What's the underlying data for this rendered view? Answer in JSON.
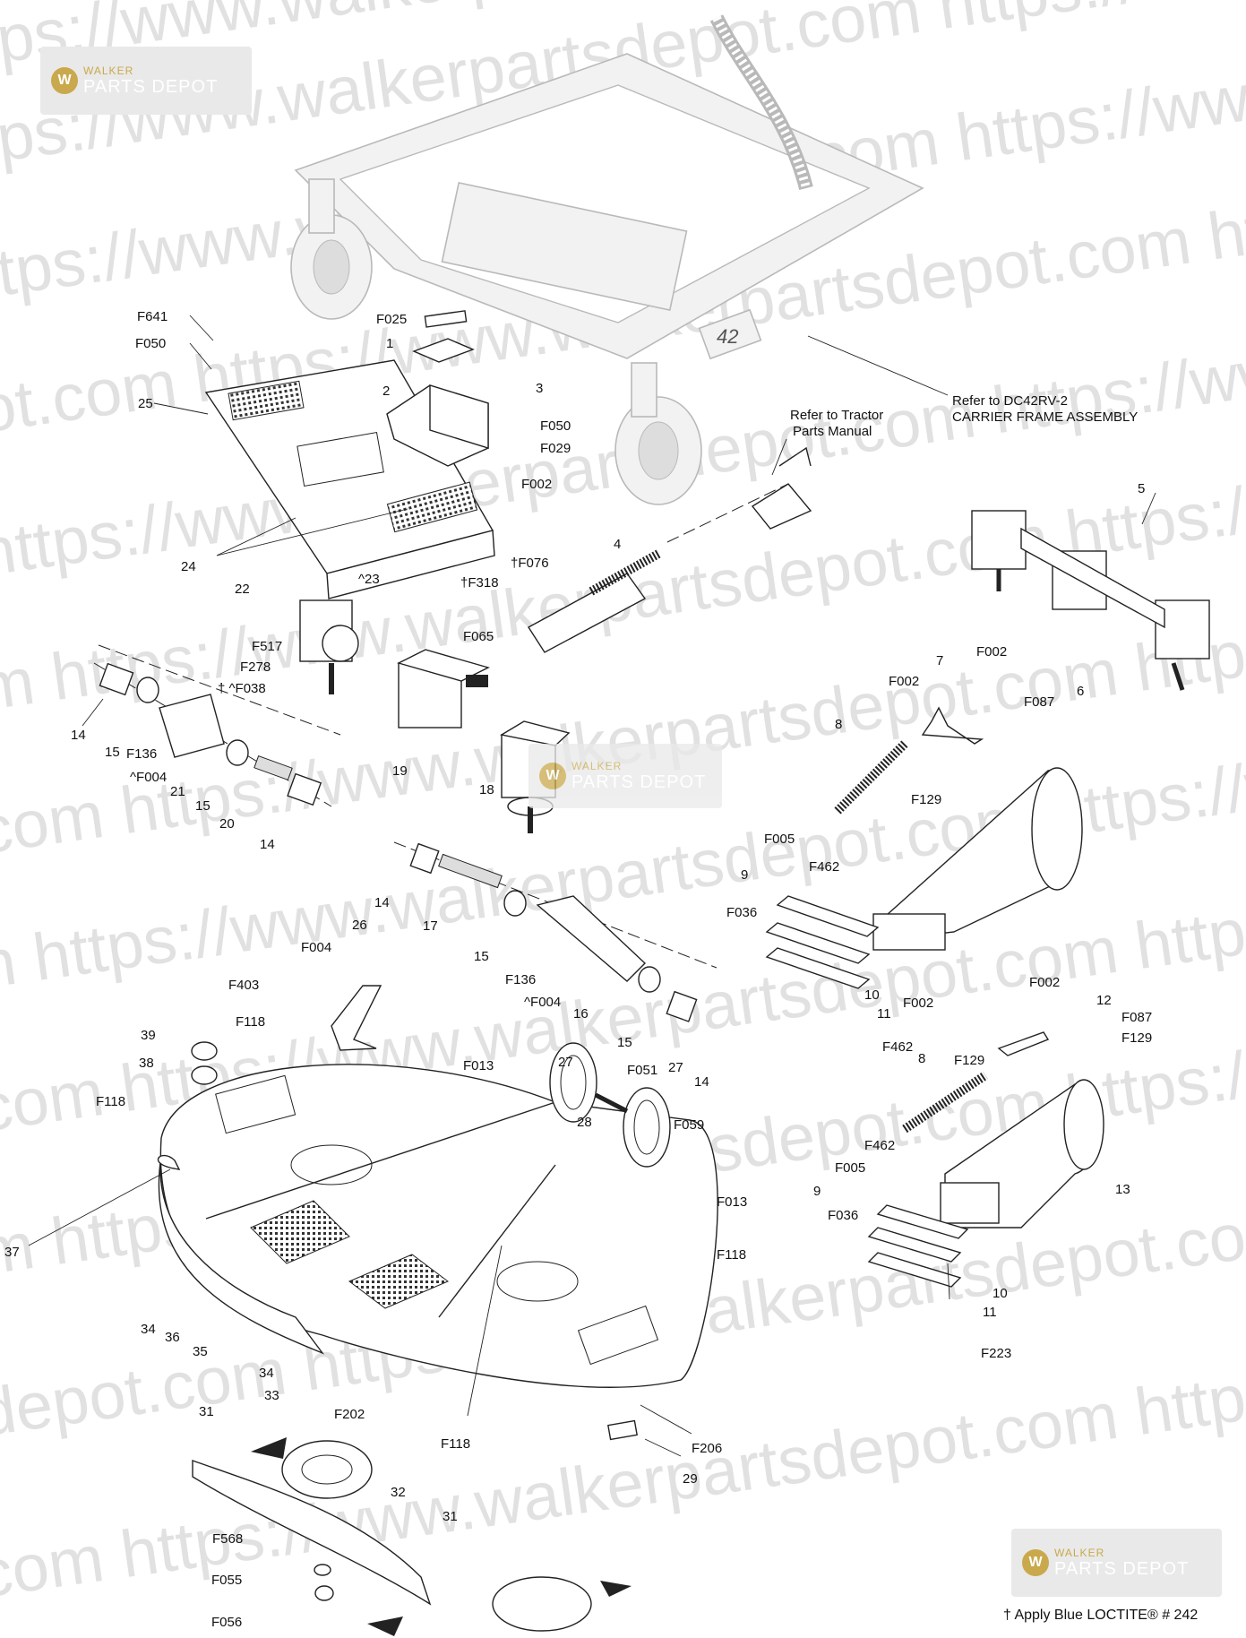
{
  "watermark": {
    "brand_line1": "WALKER",
    "brand_line2": "PARTS DEPOT",
    "text_lines": [
      "tps://www.walkerpartsdepot.com  https://www.walkerpartsdepot.com",
      "tps://www.walkerpartsdepot.com  https://www.walkerpartsdepot.com",
      "ttps://www.walkerpartsdepot.com  https://www.walkerpartsdepot.com",
      "ot.com  https://www.walkerpartsdepot.com  https://www.walkerpartsdepot.com",
      "https://www.walkerpartsdepot.com  https://www.walkerpartsdepot.com",
      "m  https://www.walkerpartsdepot.com  https://www.walkerpartsdepot.com",
      "com  https://www.walkerpartsdepot.com  https://www.walkerpartsdepot.com",
      "n  https://www.walkerpartsdepot.com  https://www.walkerpartsdepot.com",
      "com  https://www.walkerpartsdepot.com  https://www.walkerpartsdepot.com",
      "m  https://www.walkerpartsdepot.com  https://www.walkerpartsdepot.com",
      "depot.com  https://www.walkerpartsdepot.com  https://",
      "com  https://www.walkerpartsdepot.com  https://"
    ]
  },
  "notes": {
    "tractor_ref": [
      "Refer to Tractor",
      "Parts Manual"
    ],
    "carrier_ref": [
      "Refer to DC42RV-2",
      "CARRIER FRAME ASSEMBLY"
    ],
    "frame_badge": "42",
    "footnote": "† Apply Blue LOCTITE® # 242"
  },
  "callouts": [
    {
      "id": "c-f641",
      "text": "F641"
    },
    {
      "id": "c-f050a",
      "text": "F050"
    },
    {
      "id": "c-25",
      "text": "25"
    },
    {
      "id": "c-f025",
      "text": "F025"
    },
    {
      "id": "c-1",
      "text": "1"
    },
    {
      "id": "c-2",
      "text": "2"
    },
    {
      "id": "c-3",
      "text": "3"
    },
    {
      "id": "c-f050b",
      "text": "F050"
    },
    {
      "id": "c-f029",
      "text": "F029"
    },
    {
      "id": "c-f002a",
      "text": "F002"
    },
    {
      "id": "c-24",
      "text": "24"
    },
    {
      "id": "c-22",
      "text": "22"
    },
    {
      "id": "c-23",
      "text": "^23"
    },
    {
      "id": "c-f517",
      "text": "F517"
    },
    {
      "id": "c-f278",
      "text": "F278"
    },
    {
      "id": "c-f038",
      "text": "† ^F038"
    },
    {
      "id": "c-14a",
      "text": "14"
    },
    {
      "id": "c-15a",
      "text": "15"
    },
    {
      "id": "c-f136a",
      "text": "F136"
    },
    {
      "id": "c-f004a",
      "text": "^F004"
    },
    {
      "id": "c-21",
      "text": "21"
    },
    {
      "id": "c-15b",
      "text": "15"
    },
    {
      "id": "c-20",
      "text": "20"
    },
    {
      "id": "c-14b",
      "text": "14"
    },
    {
      "id": "c-19",
      "text": "19"
    },
    {
      "id": "c-f318",
      "text": "†F318"
    },
    {
      "id": "c-f076",
      "text": "†F076"
    },
    {
      "id": "c-f065",
      "text": "F065"
    },
    {
      "id": "c-4",
      "text": "4"
    },
    {
      "id": "c-18",
      "text": "18"
    },
    {
      "id": "c-5",
      "text": "5"
    },
    {
      "id": "c-f002b",
      "text": "F002"
    },
    {
      "id": "c-7",
      "text": "7"
    },
    {
      "id": "c-f002c",
      "text": "F002"
    },
    {
      "id": "c-f087a",
      "text": "F087"
    },
    {
      "id": "c-6",
      "text": "6"
    },
    {
      "id": "c-8a",
      "text": "8"
    },
    {
      "id": "c-f129a",
      "text": "F129"
    },
    {
      "id": "c-f005a",
      "text": "F005"
    },
    {
      "id": "c-f462a",
      "text": "F462"
    },
    {
      "id": "c-9a",
      "text": "9"
    },
    {
      "id": "c-f036a",
      "text": "F036"
    },
    {
      "id": "c-10a",
      "text": "10"
    },
    {
      "id": "c-11a",
      "text": "11"
    },
    {
      "id": "c-f462b",
      "text": "F462"
    },
    {
      "id": "c-14c",
      "text": "14"
    },
    {
      "id": "c-17",
      "text": "17"
    },
    {
      "id": "c-15c",
      "text": "15"
    },
    {
      "id": "c-f136b",
      "text": "F136"
    },
    {
      "id": "c-f004b",
      "text": "^F004"
    },
    {
      "id": "c-16",
      "text": "16"
    },
    {
      "id": "c-15d",
      "text": "15"
    },
    {
      "id": "c-14d",
      "text": "14"
    },
    {
      "id": "c-26",
      "text": "26"
    },
    {
      "id": "c-f004c",
      "text": "F004"
    },
    {
      "id": "c-f403",
      "text": "F403"
    },
    {
      "id": "c-f118a",
      "text": "F118"
    },
    {
      "id": "c-39",
      "text": "39"
    },
    {
      "id": "c-38",
      "text": "38"
    },
    {
      "id": "c-f118b",
      "text": "F118"
    },
    {
      "id": "c-f013a",
      "text": "F013"
    },
    {
      "id": "c-27a",
      "text": "27"
    },
    {
      "id": "c-f051",
      "text": "F051"
    },
    {
      "id": "c-27b",
      "text": "27"
    },
    {
      "id": "c-28",
      "text": "28"
    },
    {
      "id": "c-f059",
      "text": "F059"
    },
    {
      "id": "c-f002d",
      "text": "F002"
    },
    {
      "id": "c-f002e",
      "text": "F002"
    },
    {
      "id": "c-12",
      "text": "12"
    },
    {
      "id": "c-f087b",
      "text": "F087"
    },
    {
      "id": "c-f129b",
      "text": "F129"
    },
    {
      "id": "c-f129c",
      "text": "F129"
    },
    {
      "id": "c-8b",
      "text": "8"
    },
    {
      "id": "c-f462c",
      "text": "F462"
    },
    {
      "id": "c-f005b",
      "text": "F005"
    },
    {
      "id": "c-9b",
      "text": "9"
    },
    {
      "id": "c-f036b",
      "text": "F036"
    },
    {
      "id": "c-13",
      "text": "13"
    },
    {
      "id": "c-f013b",
      "text": "F013"
    },
    {
      "id": "c-f118c",
      "text": "F118"
    },
    {
      "id": "c-37",
      "text": "37"
    },
    {
      "id": "c-34a",
      "text": "34"
    },
    {
      "id": "c-36",
      "text": "36"
    },
    {
      "id": "c-35",
      "text": "35"
    },
    {
      "id": "c-34b",
      "text": "34"
    },
    {
      "id": "c-33",
      "text": "33"
    },
    {
      "id": "c-10b",
      "text": "10"
    },
    {
      "id": "c-11b",
      "text": "11"
    },
    {
      "id": "c-f223",
      "text": "F223"
    },
    {
      "id": "c-31a",
      "text": "31"
    },
    {
      "id": "c-f202",
      "text": "F202"
    },
    {
      "id": "c-f118d",
      "text": "F118"
    },
    {
      "id": "c-f206",
      "text": "F206"
    },
    {
      "id": "c-29",
      "text": "29"
    },
    {
      "id": "c-32",
      "text": "32"
    },
    {
      "id": "c-31b",
      "text": "31"
    },
    {
      "id": "c-f568",
      "text": "F568"
    },
    {
      "id": "c-f055",
      "text": "F055"
    },
    {
      "id": "c-f056",
      "text": "F056"
    }
  ],
  "colors": {
    "line": "#222222",
    "ghost": "#b9b9b9",
    "watermark": "#c9c9c9",
    "brand_gold": "#c9a94c"
  }
}
